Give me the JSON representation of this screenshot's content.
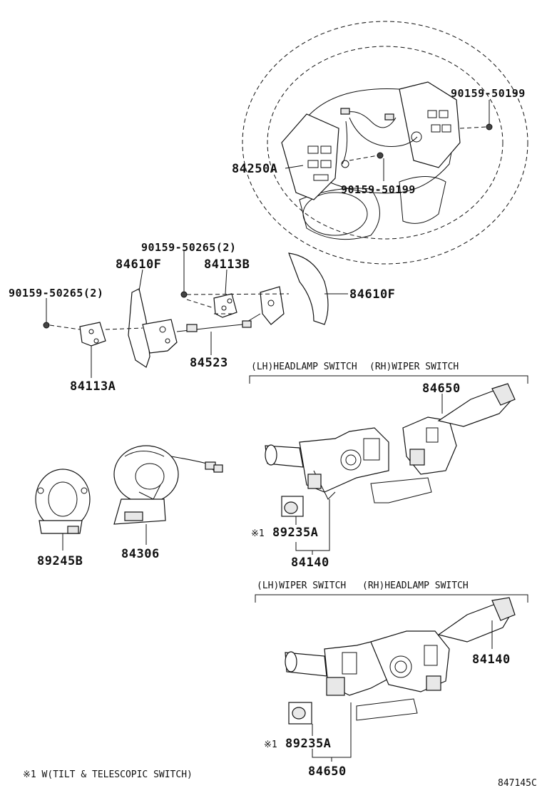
{
  "diagram_code": "847145C",
  "footnote": "※1 W(TILT & TELESCOPIC SWITCH)",
  "parts": {
    "steering_wheel_switch": "84250A",
    "screw_upper_right": "90159-50199",
    "screw_lower_center": "90159-50199",
    "screw_bracket_right": "90159-50265(2)",
    "screw_bracket_left": "90159-50265(2)",
    "paddle_left": "84610F",
    "paddle_right": "84610F",
    "bracket_right": "84113B",
    "bracket_left": "84113A",
    "paddle_wire": "84523",
    "spiral_cable_cover": "89245B",
    "spiral_cable": "84306",
    "combo_upper_wiper": "84650",
    "combo_upper_assy": "84140",
    "combo_upper_tilt": "89235A",
    "combo_lower_headlamp": "84140",
    "combo_lower_assy": "84650",
    "combo_lower_tilt": "89235A"
  },
  "marks": {
    "tilt_mark_upper": "※1",
    "tilt_mark_lower": "※1"
  },
  "groups": {
    "upper": {
      "lh": "(LH)HEADLAMP SWITCH",
      "rh": "(RH)WIPER SWITCH"
    },
    "lower": {
      "lh": "(LH)WIPER SWITCH",
      "rh": "(RH)HEADLAMP SWITCH"
    }
  }
}
